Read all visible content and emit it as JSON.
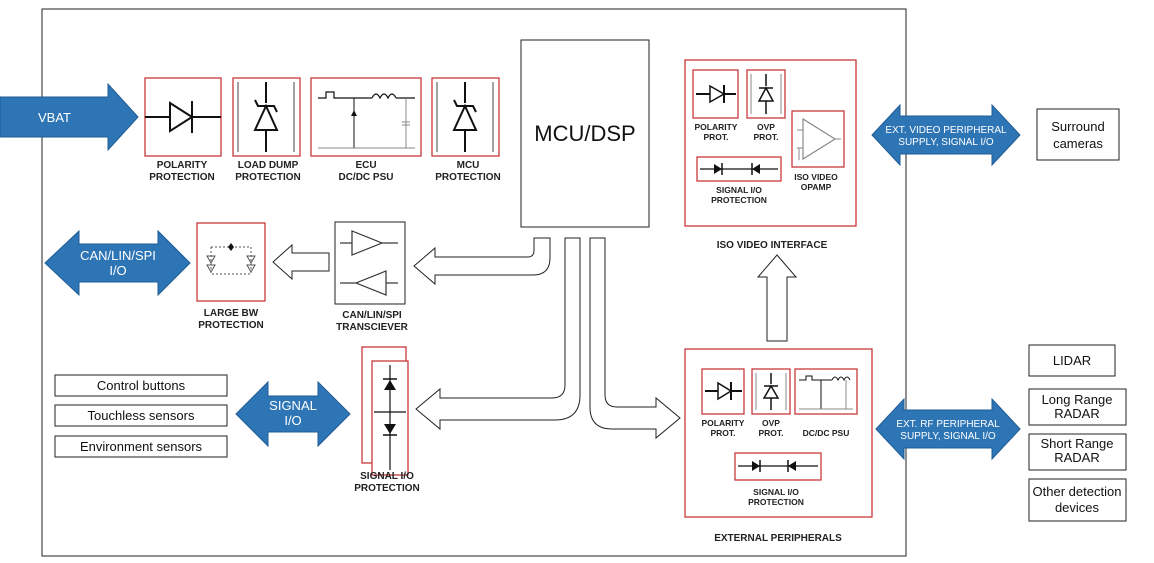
{
  "colors": {
    "accent_blue": "#2e75b6",
    "protection_border": "#c8383b"
  },
  "labels": {
    "vbat": "VBAT",
    "polarity_protection": [
      "POLARITY",
      "PROTECTION"
    ],
    "load_dump_protection": [
      "LOAD DUMP",
      "PROTECTION"
    ],
    "ecu_psu": [
      "ECU",
      "DC/DC PSU"
    ],
    "mcu_protection": [
      "MCU",
      "PROTECTION"
    ],
    "mcu_dsp": "MCU/DSP",
    "iso_video_interface": "ISO VIDEO INTERFACE",
    "iso_polarity_prot": [
      "POLARITY",
      "PROT."
    ],
    "iso_ovp_prot": [
      "OVP",
      "PROT."
    ],
    "iso_signal_io_protection": [
      "SIGNAL I/O",
      "PROTECTION"
    ],
    "iso_video_opamp": [
      "ISO VIDEO",
      "OPAMP"
    ],
    "ext_video_arrow": [
      "EXT. VIDEO PERIPHERAL",
      "SUPPLY, SIGNAL I/O"
    ],
    "surround_cameras": [
      "Surround",
      "cameras"
    ],
    "can_lin_spi_io": [
      "CAN/LIN/SPI",
      "I/O"
    ],
    "large_bw_protection": [
      "LARGE BW",
      "PROTECTION"
    ],
    "transceiver": [
      "CAN/LIN/SPI",
      "TRANSCIEVER"
    ],
    "control_buttons": "Control buttons",
    "touchless_sensors": "Touchless sensors",
    "environment_sensors": "Environment sensors",
    "signal_io_arrow": [
      "SIGNAL",
      "I/O"
    ],
    "signal_io_protection": [
      "SIGNAL I/O",
      "PROTECTION"
    ],
    "ext_polarity_prot": [
      "POLARITY",
      "PROT."
    ],
    "ext_ovp_prot": [
      "OVP",
      "PROT."
    ],
    "ext_dcdc_psu": "DC/DC PSU",
    "ext_signal_io_protection": [
      "SIGNAL I/O",
      "PROTECTION"
    ],
    "external_peripherals": "EXTERNAL PERIPHERALS",
    "ext_rf_arrow": [
      "EXT. RF PERIPHERAL",
      "SUPPLY, SIGNAL I/O"
    ],
    "lidar": "LIDAR",
    "long_range_radar": [
      "Long Range",
      "RADAR"
    ],
    "short_range_radar": [
      "Short Range",
      "RADAR"
    ],
    "other_detection_devices": [
      "Other detection",
      "devices"
    ]
  }
}
